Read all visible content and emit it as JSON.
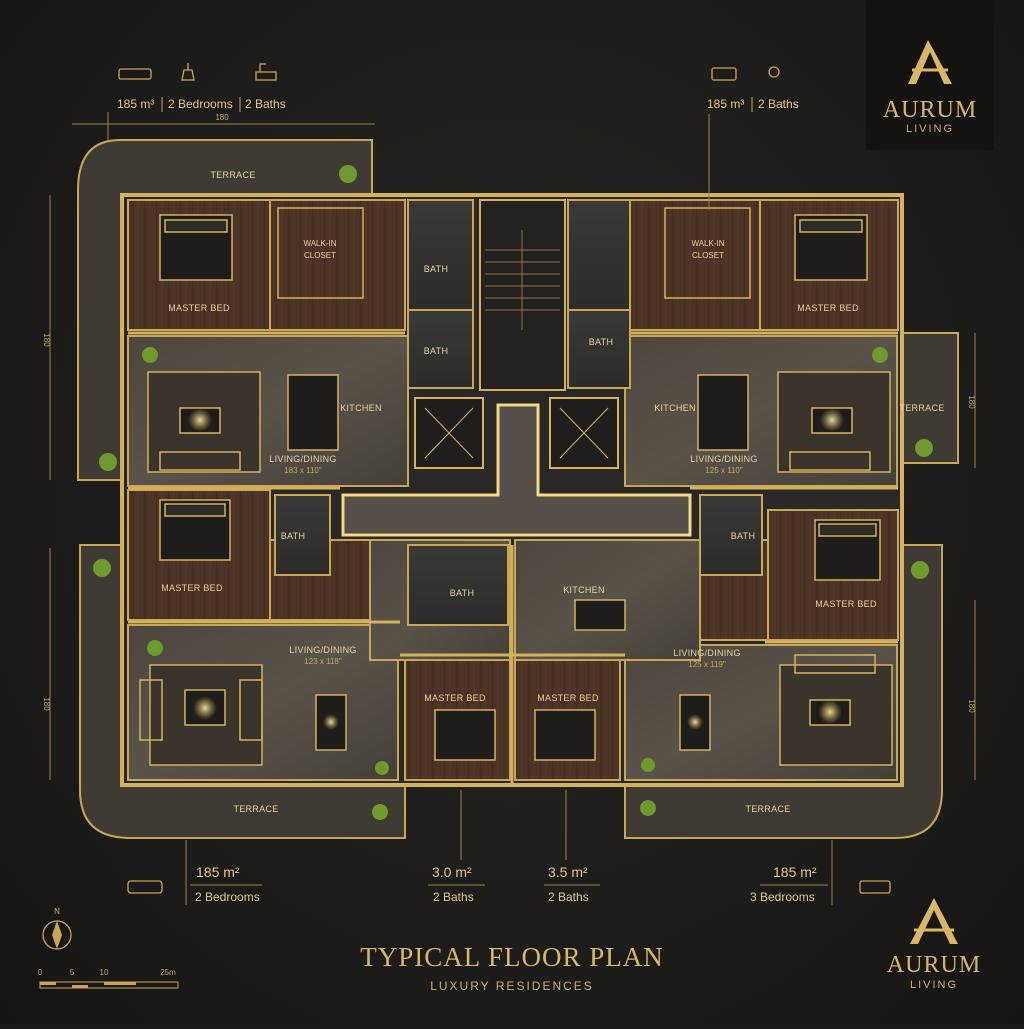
{
  "brand": {
    "name": "AURUM",
    "sub": "LIVING"
  },
  "title": "TYPICAL FLOOR PLAN",
  "subtitle": "LUXURY RESIDENCES",
  "top_left_info": {
    "area": "185 m³",
    "bedrooms": "2 Bedrooms",
    "baths": "2 Baths",
    "dim": "180"
  },
  "top_right_info": {
    "area": "185 m³",
    "baths": "2 Baths"
  },
  "side_dims": {
    "left_top": "180",
    "left_bottom": "180",
    "right_top": "180",
    "right_bottom": "180"
  },
  "rooms": {
    "terrace": "TERRACE",
    "walk_in_closet": "WALK-IN\nCLOSET",
    "walk_in_l1": "WALK-IN",
    "walk_in_l2": "CLOSET",
    "master_bed": "MASTER BED",
    "bath": "BATH",
    "kitchen": "KITCHEN",
    "living_dining": "LIVING/DINING"
  },
  "room_dims": {
    "ld_tl": "183 x 110\"",
    "ld_tr": "125 x 110\"",
    "ld_bl": "123 x 118\"",
    "ld_br": "125 x 119\""
  },
  "bottom_info": [
    {
      "area": "185 m²",
      "desc": "2 Bedrooms"
    },
    {
      "area": "3.0 m²",
      "desc": "2 Baths"
    },
    {
      "area": "3.5 m²",
      "desc": "2 Baths"
    },
    {
      "area": "185 m²",
      "desc": "3 Bedrooms"
    }
  ],
  "scale": {
    "north": "N",
    "t0": "0",
    "t1": "5",
    "t2": "10",
    "t3": "25m"
  },
  "colors": {
    "gold": "#d4b25c",
    "wood": "#4a3426",
    "stone": "#4f4942",
    "bg": "#1c1b1a"
  }
}
